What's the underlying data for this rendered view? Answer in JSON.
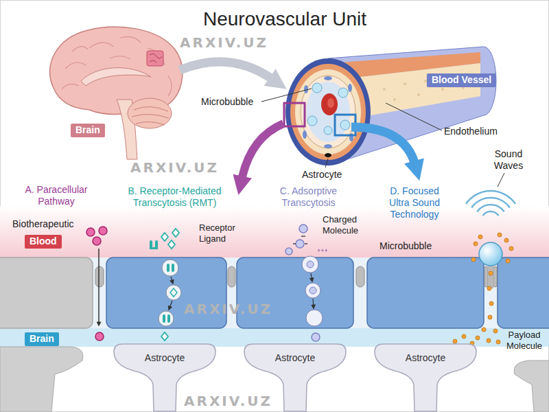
{
  "diagram": {
    "title": "Neurovascular Unit",
    "nodes": [
      {
        "text": [
          "Blood Vessel"
        ]
      },
      {
        "text": [
          "Brain"
        ]
      },
      {
        "text": [
          "Blood"
        ]
      },
      {
        "text": [
          "Brain"
        ]
      },
      {
        "text": [
          "Astrocyte"
        ]
      },
      {
        "text": [
          "Astrocyte"
        ]
      },
      {
        "text": [
          "Astrocyte"
        ]
      }
    ],
    "labels": [
      "ARXIV.UZ",
      "Microbubble",
      "Endothelium",
      "Sound Waves",
      "ARXIV.UZ",
      "Astrocyte",
      "A. Paracellular Pathway",
      "B. Receptor-Mediated Transcytosis (RMT)",
      "C. Adsorptive Transcytosis",
      "D. Focused Ultra Sound Technology",
      "Biotherapeutic",
      "Receptor Ligand",
      "Charged Molecule",
      "Microbubble",
      "+++",
      "ARXIV.UZ",
      "Payload Molecule",
      "ARXIV.UZ"
    ]
  }
}
